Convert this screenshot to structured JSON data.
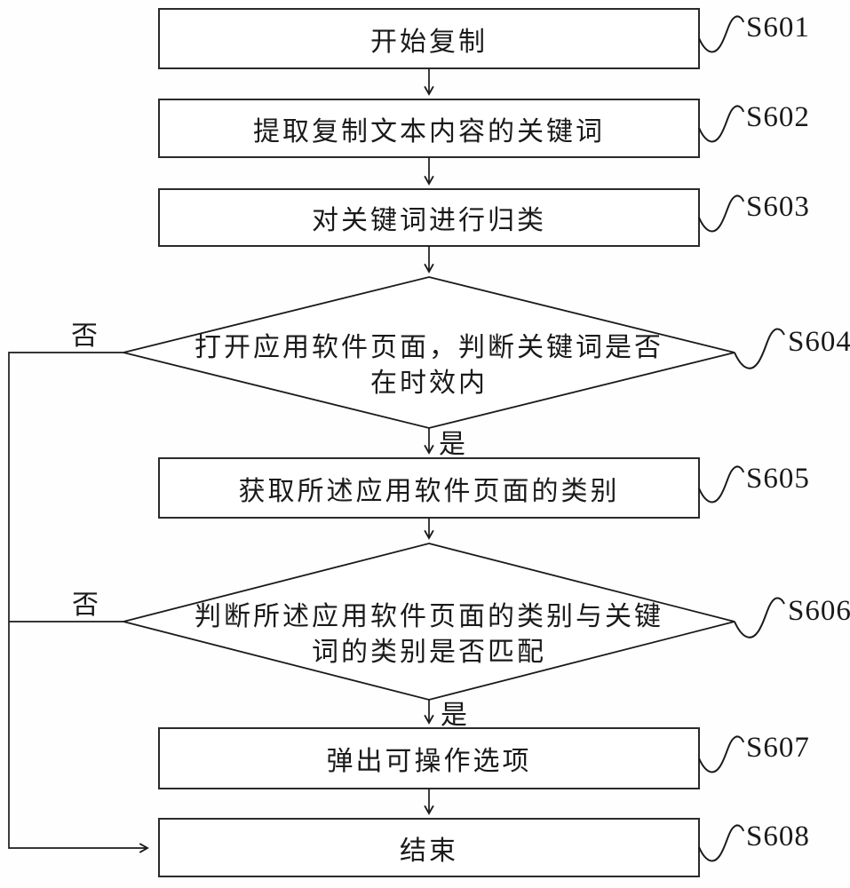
{
  "figure": {
    "type": "flowchart",
    "steps": [
      {
        "id": "S601",
        "lines": [
          "开始复制"
        ]
      },
      {
        "id": "S602",
        "lines": [
          "提取复制文本内容的关键词"
        ]
      },
      {
        "id": "S603",
        "lines": [
          "对关键词进行归类"
        ]
      },
      {
        "id": "S604",
        "lines": [
          "打开应用软件页面，判断关键词是否",
          "在时效内"
        ]
      },
      {
        "id": "S605",
        "lines": [
          "获取所述应用软件页面的类别"
        ]
      },
      {
        "id": "S606",
        "lines": [
          "判断所述应用软件页面的类别与关键",
          "词的类别是否匹配"
        ]
      },
      {
        "id": "S607",
        "lines": [
          "弹出可操作选项"
        ]
      },
      {
        "id": "S608",
        "lines": [
          "结束"
        ]
      }
    ],
    "branch_labels": {
      "yes": "是",
      "no": "否"
    },
    "colors": {
      "line": "#1a1a1a",
      "background": "#ffffff"
    }
  }
}
